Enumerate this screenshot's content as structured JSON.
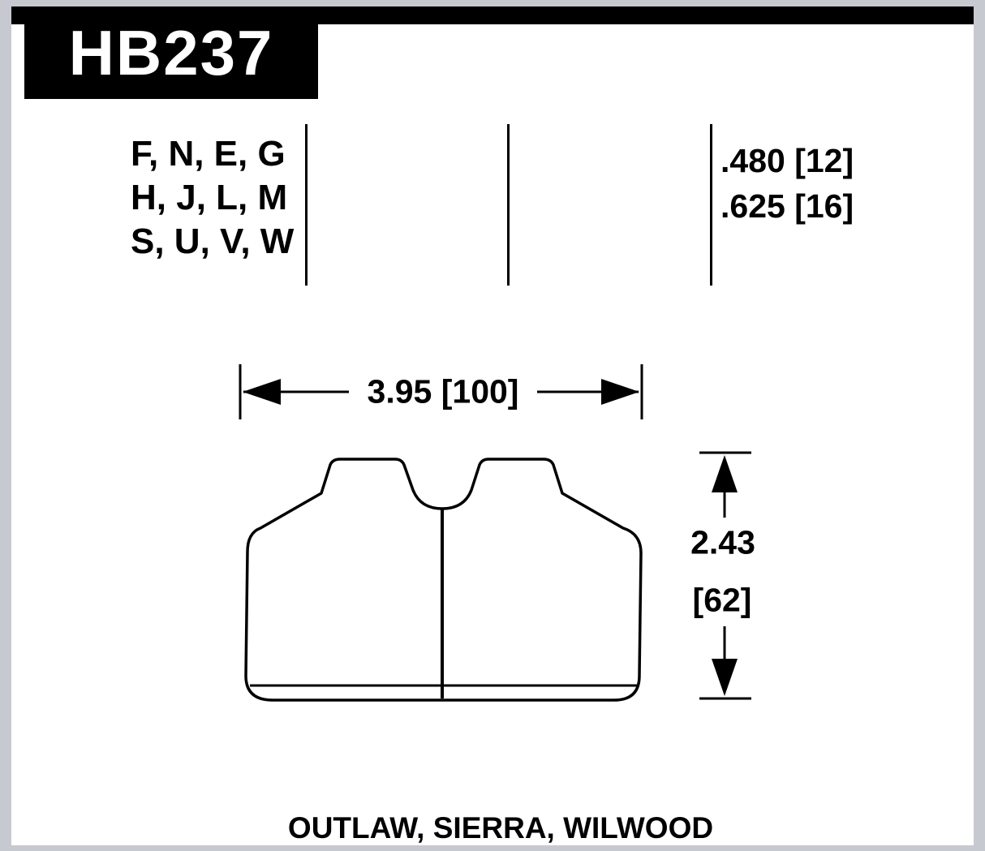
{
  "header": {
    "part_number": "HB237"
  },
  "spec": {
    "compounds": [
      "F, N, E, G",
      "H, J, L, M",
      "S, U, V, W"
    ],
    "pad_thicknesses": [
      ".480 [12]",
      ".625 [16]"
    ]
  },
  "dimensions": {
    "width": "3.95 [100]",
    "height_in": "2.43",
    "height_mm": "[62]"
  },
  "footer": {
    "applications": "OUTLAW, SIERRA, WILWOOD"
  },
  "colors": {
    "ink": "#000000",
    "paper": "#ffffff",
    "frame": "#c7c9d1"
  }
}
